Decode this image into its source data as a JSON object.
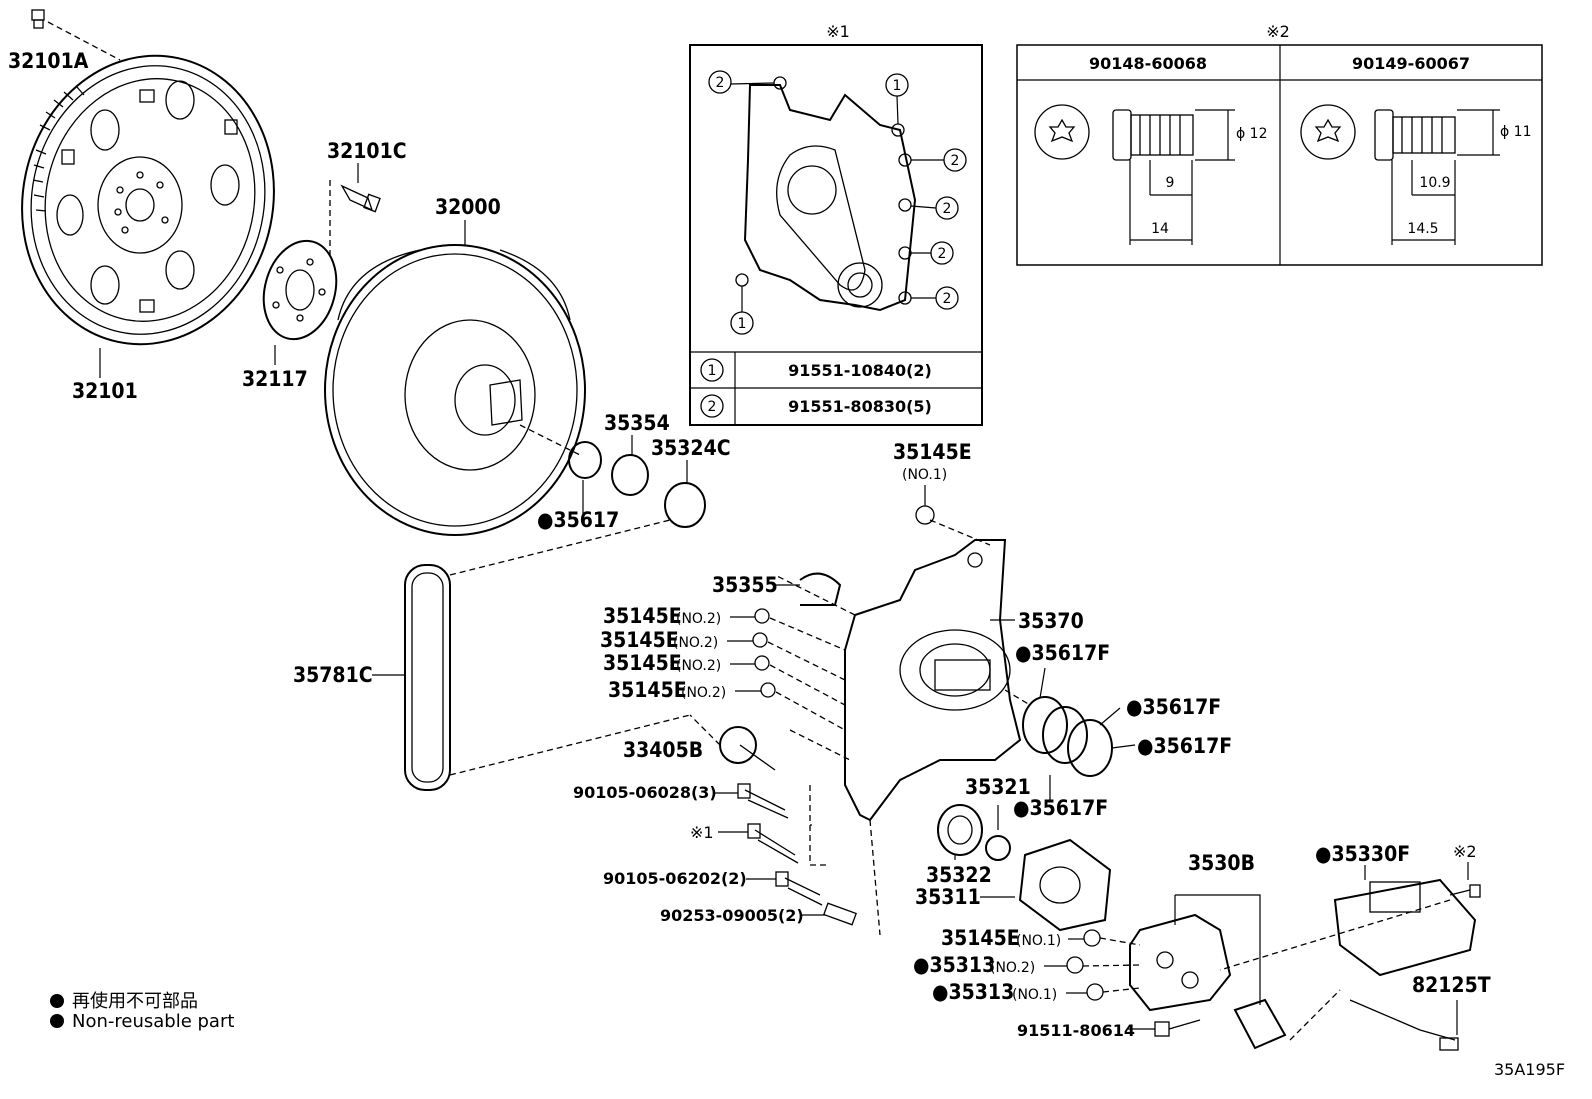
{
  "parts": {
    "p32101A": "32101A",
    "p32101C": "32101C",
    "p32000": "32000",
    "p32101": "32101",
    "p32117": "32117",
    "p35354": "35354",
    "p35324C": "35324C",
    "p35617": "●35617",
    "p35145E_top": "35145E",
    "p35145E_top_sub": "(NO.1)",
    "p35355": "35355",
    "p35370": "35370",
    "p35617F_a": "●35617F",
    "p35617F_b": "●35617F",
    "p35617F_c": "●35617F",
    "p35617F_d": "●35617F",
    "p35781C": "35781C",
    "p35145E_1": "35145E",
    "p35145E_2": "35145E",
    "p35145E_3": "35145E",
    "p35145E_4": "35145E",
    "no2": "(NO.2)",
    "no1": "(NO.1)",
    "p33405B": "33405B",
    "p90105_06028": "90105-06028(3)",
    "ref1_star": "※1",
    "p90105_06202": "90105-06202(2)",
    "p90253_09005": "90253-09005(2)",
    "p35321": "35321",
    "p35322": "35322",
    "p35311": "35311",
    "p3530B": "3530B",
    "p35330F": "●35330F",
    "ref2_star": "※2",
    "p35145E_b1": "35145E",
    "p35313_a": "●35313",
    "p35313_b": "●35313",
    "p82125T": "82125T",
    "p91511_80614": "91511-80614",
    "code": "35A195F"
  },
  "inset1": {
    "title": "※1",
    "rows": [
      {
        "num": "1",
        "part": "91551-10840(2)"
      },
      {
        "num": "2",
        "part": "91551-80830(5)"
      }
    ]
  },
  "inset2": {
    "title": "※2",
    "col1": {
      "part": "90148-60068",
      "dia": "ϕ 12",
      "len1": "9",
      "len2": "14"
    },
    "col2": {
      "part": "90149-60067",
      "dia": "ϕ 11",
      "len1": "10.9",
      "len2": "14.5"
    }
  },
  "legend": {
    "jp": "再使用不可部品",
    "en": "Non-reusable part"
  }
}
